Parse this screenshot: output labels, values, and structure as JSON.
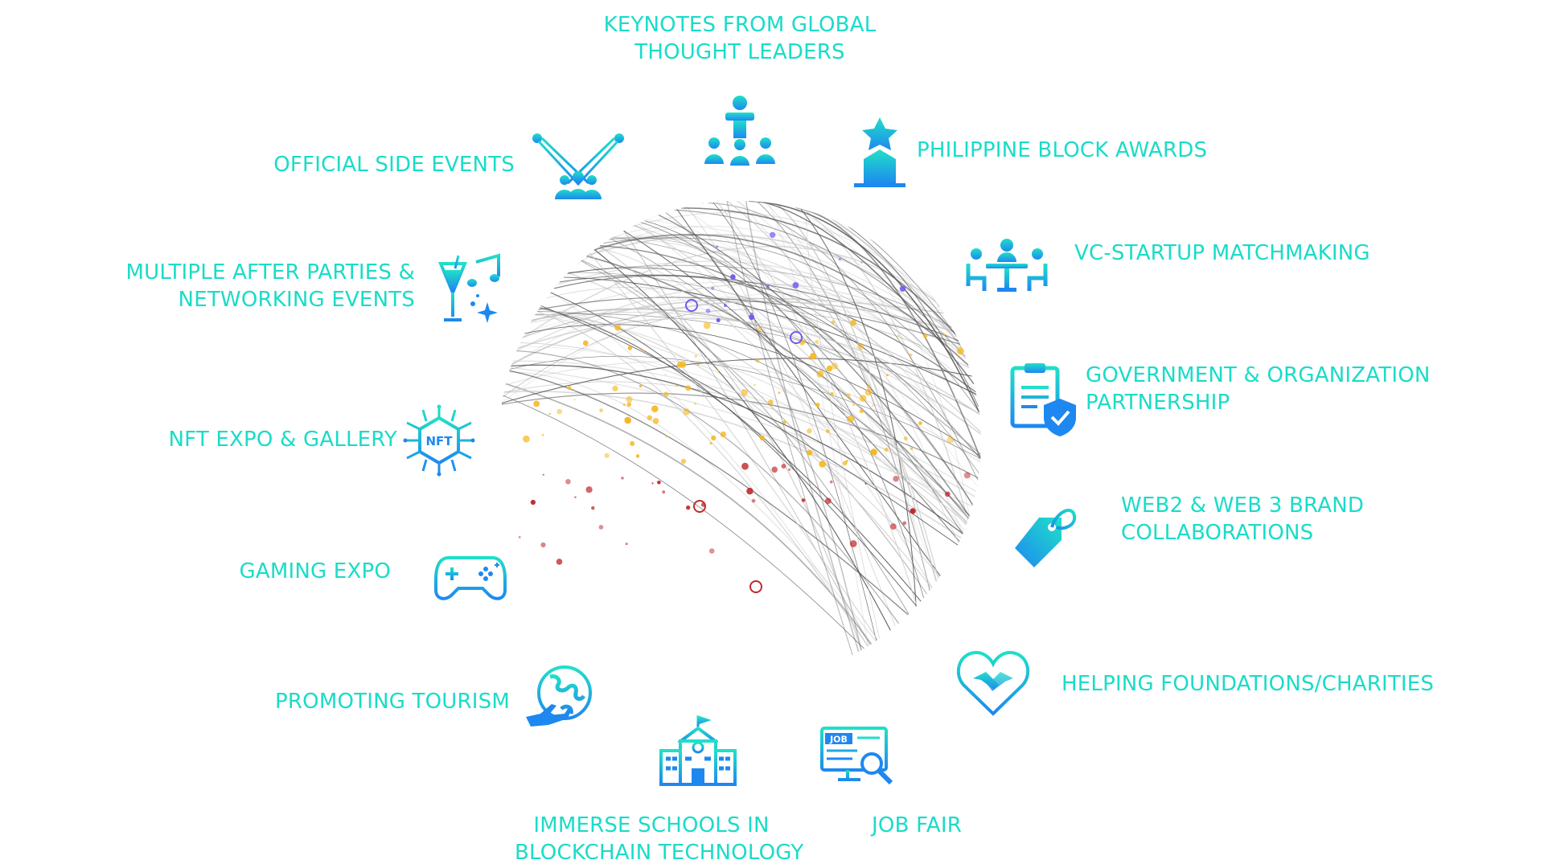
{
  "colors": {
    "label": "#19dcc8",
    "icon_top": "#1fe0c8",
    "icon_bottom": "#1e88f0",
    "globe_purple": "#6a5cf0",
    "globe_yellow": "#f5b820",
    "globe_red": "#c0282c",
    "globe_line": "#555555"
  },
  "features": {
    "keynotes": {
      "lines": [
        "KEYNOTES FROM GLOBAL",
        "THOUGHT LEADERS"
      ],
      "icon": "speaker-podium-icon"
    },
    "side_events": {
      "lines": [
        "OFFICIAL SIDE EVENTS"
      ],
      "icon": "spotlight-audience-icon"
    },
    "block_awards": {
      "lines": [
        "PHILIPPINE BLOCK AWARDS"
      ],
      "icon": "star-trophy-icon"
    },
    "vc_matchmaking": {
      "lines": [
        "VC-STARTUP MATCHMAKING"
      ],
      "icon": "meeting-table-icon"
    },
    "after_parties": {
      "lines": [
        "MULTIPLE AFTER PARTIES &",
        "NETWORKING EVENTS"
      ],
      "icon": "party-drink-music-icon"
    },
    "gov_partnership": {
      "lines": [
        "GOVERNMENT & ORGANIZATION",
        "PARTNERSHIP"
      ],
      "icon": "clipboard-shield-icon"
    },
    "nft_expo": {
      "lines": [
        "NFT EXPO & GALLERY"
      ],
      "icon": "nft-chip-icon",
      "icon_text": "NFT"
    },
    "brand_collab": {
      "lines": [
        "WEB2 & WEB 3 BRAND",
        "COLLABORATIONS"
      ],
      "icon": "price-tag-icon"
    },
    "gaming_expo": {
      "lines": [
        "GAMING EXPO"
      ],
      "icon": "gamepad-icon"
    },
    "charities": {
      "lines": [
        "HELPING FOUNDATIONS/CHARITIES"
      ],
      "icon": "heart-hands-icon"
    },
    "tourism": {
      "lines": [
        "PROMOTING TOURISM"
      ],
      "icon": "globe-airplane-icon"
    },
    "schools": {
      "lines": [
        "IMMERSE SCHOOLS IN",
        "BLOCKCHAIN TECHNOLOGY"
      ],
      "icon": "school-building-icon"
    },
    "job_fair": {
      "lines": [
        "JOB FAIR"
      ],
      "icon": "job-search-monitor-icon",
      "icon_text": "JOB"
    }
  }
}
